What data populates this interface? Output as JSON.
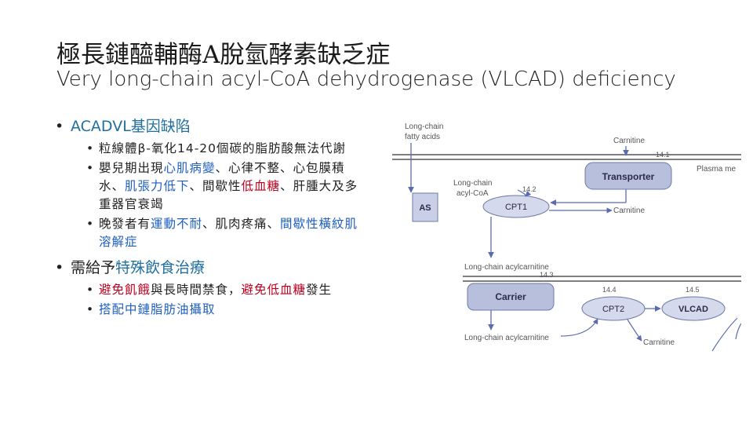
{
  "title": "極長鏈醯輔酶A脫氫酵素缺乏症",
  "subtitle": "Very long-chain acyl-CoA dehydrogenase (VLCAD) deficiency",
  "bullets": {
    "b1": "ACADVL基因缺陷",
    "b1_1": "粒線體β-氧化14-20個碳的脂肪酸無法代謝",
    "b1_2_a": "嬰兒期出現",
    "b1_2_b": "心肌病變",
    "b1_2_c": "、心律不整、心包膜積水、",
    "b1_2_d": "肌張力低下",
    "b1_2_e": "、間歇性",
    "b1_2_f": "低血糖",
    "b1_2_g": "、肝腫大及多重器官衰竭",
    "b1_3_a": "晚發者有",
    "b1_3_b": "運動不耐",
    "b1_3_c": "、肌肉疼痛、",
    "b1_3_d": "間歇性橫紋肌溶解症",
    "b2_a": "需給予",
    "b2_b": "特殊飲食治療",
    "b2_1_a": "避免飢餓",
    "b2_1_b": "與長時間禁食，",
    "b2_1_c": "避免低血糖",
    "b2_1_d": "發生",
    "b2_2": "搭配中鏈脂肪油攝取"
  },
  "diagram": {
    "lcfa_line1": "Long-chain",
    "lcfa_line2": "fatty acids",
    "carnitine_top": "Carnitine",
    "step_14_1": "14.1",
    "plasma_membrane": "Plasma me",
    "transporter": "Transporter",
    "lc_acylcoa_1": "Long-chain",
    "lc_acylcoa_2": "acyl-CoA",
    "step_14_2": "14.2",
    "as_label": "AS",
    "cpt1": "CPT1",
    "carnitine_mid": "Carnitine",
    "lc_acylcarnitine_1": "Long-chain acylcarnitine",
    "step_14_3": "14.3",
    "step_14_4": "14.4",
    "step_14_5": "14.5",
    "carrier": "Carrier",
    "cpt2": "CPT2",
    "vlcad": "VLCAD",
    "lc_acylcarnitine_2": "Long-chain acylcarnitine",
    "carnitine_bottom": "Carnitine"
  },
  "colors": {
    "accent_red": "#c0001f",
    "accent_blue": "#1f5fbf",
    "box_fill": "#b8bfdc",
    "ellipse_fill": "#d4d9ec",
    "arrow": "#5b6bb0"
  }
}
